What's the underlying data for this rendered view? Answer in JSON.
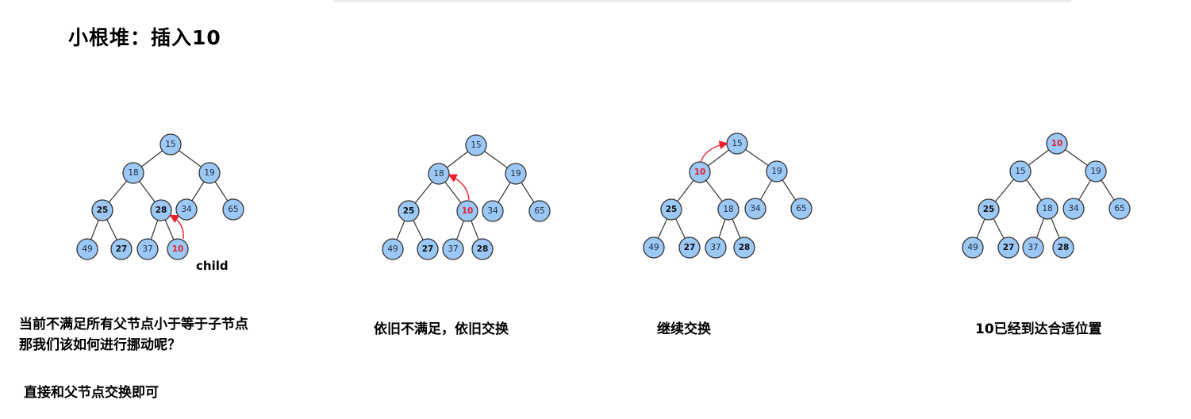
{
  "title": "小根堆：插入10",
  "child_label": "child",
  "accent_color": "#e8202e",
  "node_color": "#9cc8f5",
  "panels": [
    {
      "nodes": [
        "15",
        "18",
        "19",
        "25",
        "28",
        "34",
        "65",
        "49",
        "27",
        "37",
        "10"
      ],
      "highlight": "10",
      "arrow": "10 → 28",
      "caption_lines": [
        "当前不满足所有父节点小于等于子节点",
        "那我们该如何进行挪动呢？"
      ],
      "note": "直接和父节点交换即可"
    },
    {
      "nodes": [
        "15",
        "18",
        "19",
        "25",
        "10",
        "34",
        "65",
        "49",
        "27",
        "37",
        "28"
      ],
      "highlight": "10",
      "arrow": "10 → 18",
      "caption_lines": [
        "依旧不满足，依旧交换"
      ]
    },
    {
      "nodes": [
        "15",
        "10",
        "19",
        "25",
        "18",
        "34",
        "65",
        "49",
        "27",
        "37",
        "28"
      ],
      "highlight": "10",
      "arrow": "10 → 15",
      "caption_lines": [
        "继续交换"
      ]
    },
    {
      "nodes": [
        "10",
        "15",
        "19",
        "25",
        "18",
        "34",
        "65",
        "49",
        "27",
        "37",
        "28"
      ],
      "highlight": "10",
      "caption_lines": [
        "10已经到达合适位置"
      ]
    }
  ]
}
